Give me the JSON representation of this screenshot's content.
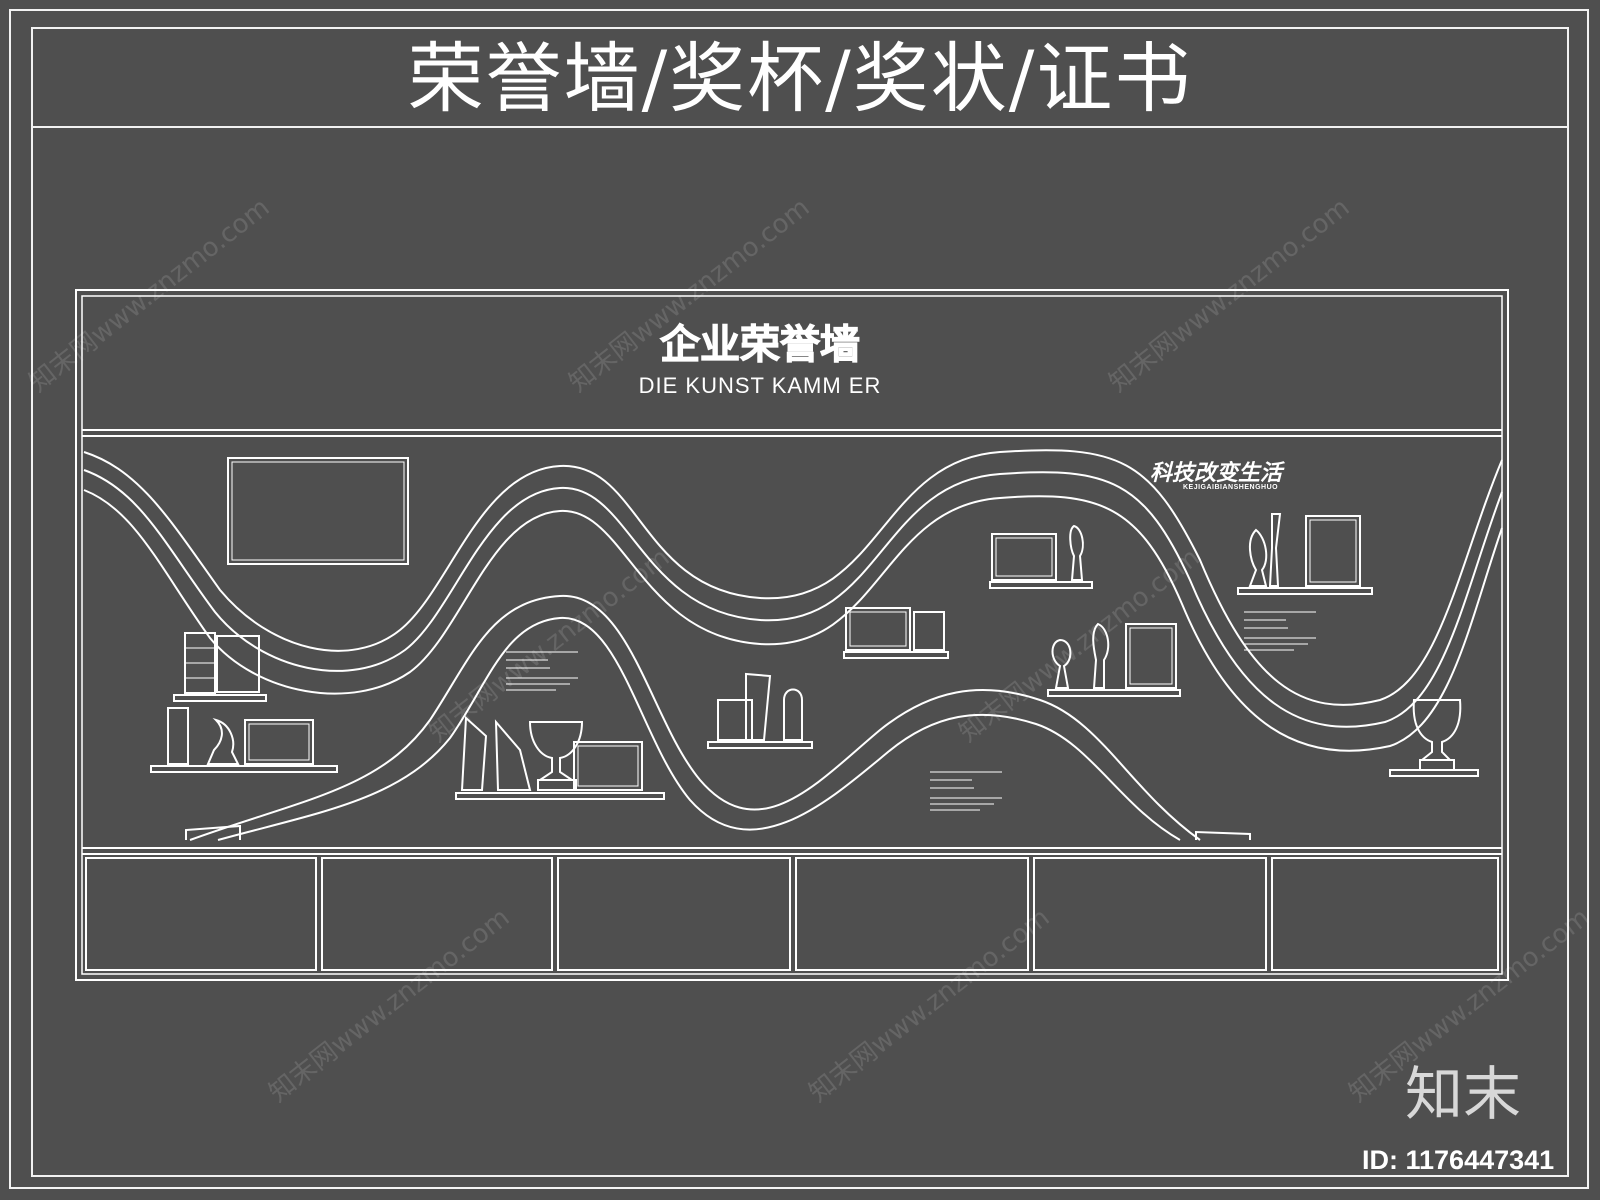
{
  "drawing_title": "荣誉墙/奖杯/奖状/证书",
  "wall": {
    "heading": "企业荣誉墙",
    "subheading": "DIE KUNST KAMM ER",
    "slogan": "科技改变生活",
    "slogan_sub": "KEJIGAIBIANSHENGHUO"
  },
  "watermark": {
    "brand": "知末",
    "id": "ID: 1176447341",
    "diagonal_text": "知末网www.znzmo.com"
  },
  "colors": {
    "background": "#4f4f4f",
    "line": "#ffffff"
  }
}
